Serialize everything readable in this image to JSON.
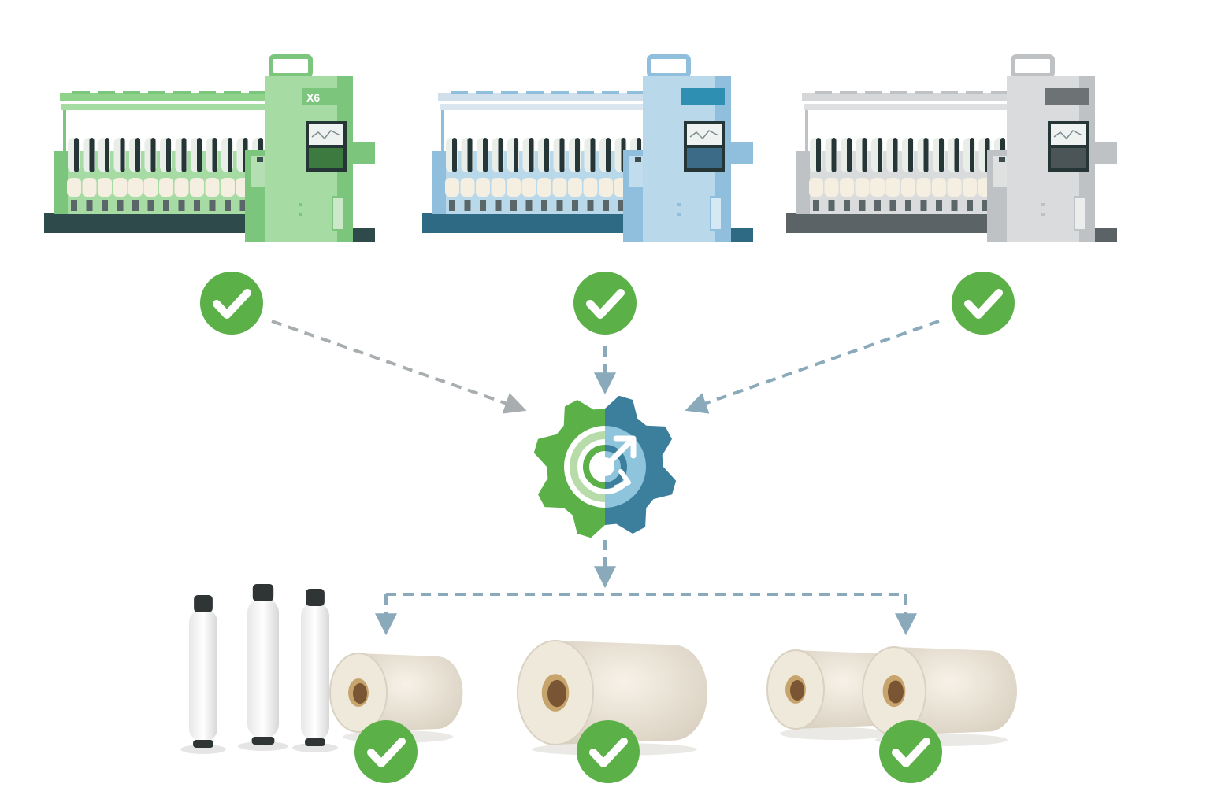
{
  "diagram": {
    "machines": [
      {
        "id": "machine-green",
        "label": "X6",
        "body": "#a6dba4",
        "body_dark": "#7cc57d",
        "panel": "#cbe9c9",
        "base": "#2f4a4a",
        "rail": "#8fd38a"
      },
      {
        "id": "machine-blue",
        "label": "",
        "body": "#b9d8ea",
        "body_dark": "#8fbfdc",
        "panel": "#d6e8f3",
        "base": "#2f6a85",
        "rail": "#cfe0ec"
      },
      {
        "id": "machine-gray",
        "label": "",
        "body": "#d9dbdc",
        "body_dark": "#bfc2c4",
        "panel": "#eceeee",
        "base": "#5b6366",
        "rail": "#d5d7d8"
      }
    ],
    "central_icon": {
      "name": "gear-sync-icon",
      "left_color": "#5cb048",
      "right_color": "#3b7f9c",
      "inner_right": "#8ec5dc"
    },
    "outputs": [
      {
        "id": "output-bobbins-and-cone",
        "kind": "bobbins-and-cone"
      },
      {
        "id": "output-large-cone",
        "kind": "large-cone"
      },
      {
        "id": "output-double-cone",
        "kind": "double-cone"
      }
    ],
    "colors": {
      "check": "#5cb048",
      "arrow_gray": "#a8adb0",
      "arrow_blue": "#8aa9bb",
      "yarn": "#efe9dc",
      "yarn_shade": "#d9d1c1",
      "core": "#c7a46b",
      "core_dark": "#7a5533"
    }
  }
}
